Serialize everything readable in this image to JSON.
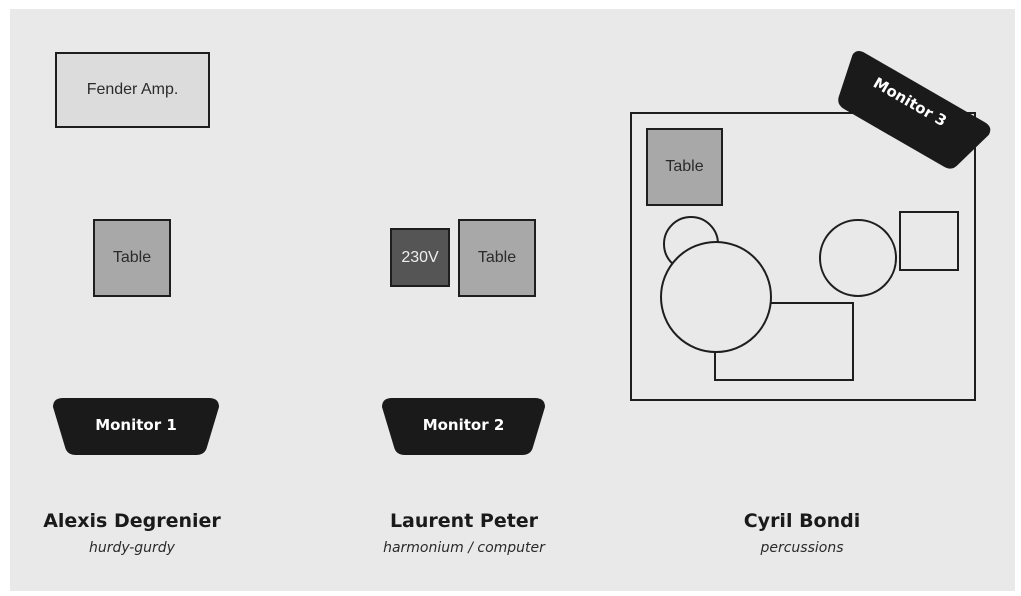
{
  "stage": {
    "background": "#e8e9e8",
    "equipment": {
      "amp_label": "Fender Amp.",
      "table1_label": "Table",
      "power_label": "230V",
      "table2_label": "Table",
      "table3_label": "Table"
    },
    "monitors": {
      "monitor1": "Monitor 1",
      "monitor2": "Monitor 2",
      "monitor3": "Monitor 3"
    },
    "performers": [
      {
        "name": "Alexis Degrenier",
        "instrument": "hurdy-gurdy"
      },
      {
        "name": "Laurent Peter",
        "instrument": "harmonium / computer"
      },
      {
        "name": "Cyril Bondi",
        "instrument": "percussions"
      }
    ]
  },
  "colors": {
    "amp_fill": "#dcdcdc",
    "table_fill": "#a8a8a8",
    "power_fill": "#555555",
    "monitor_fill": "#1a1a1a",
    "outline": "#1e1e1e"
  }
}
